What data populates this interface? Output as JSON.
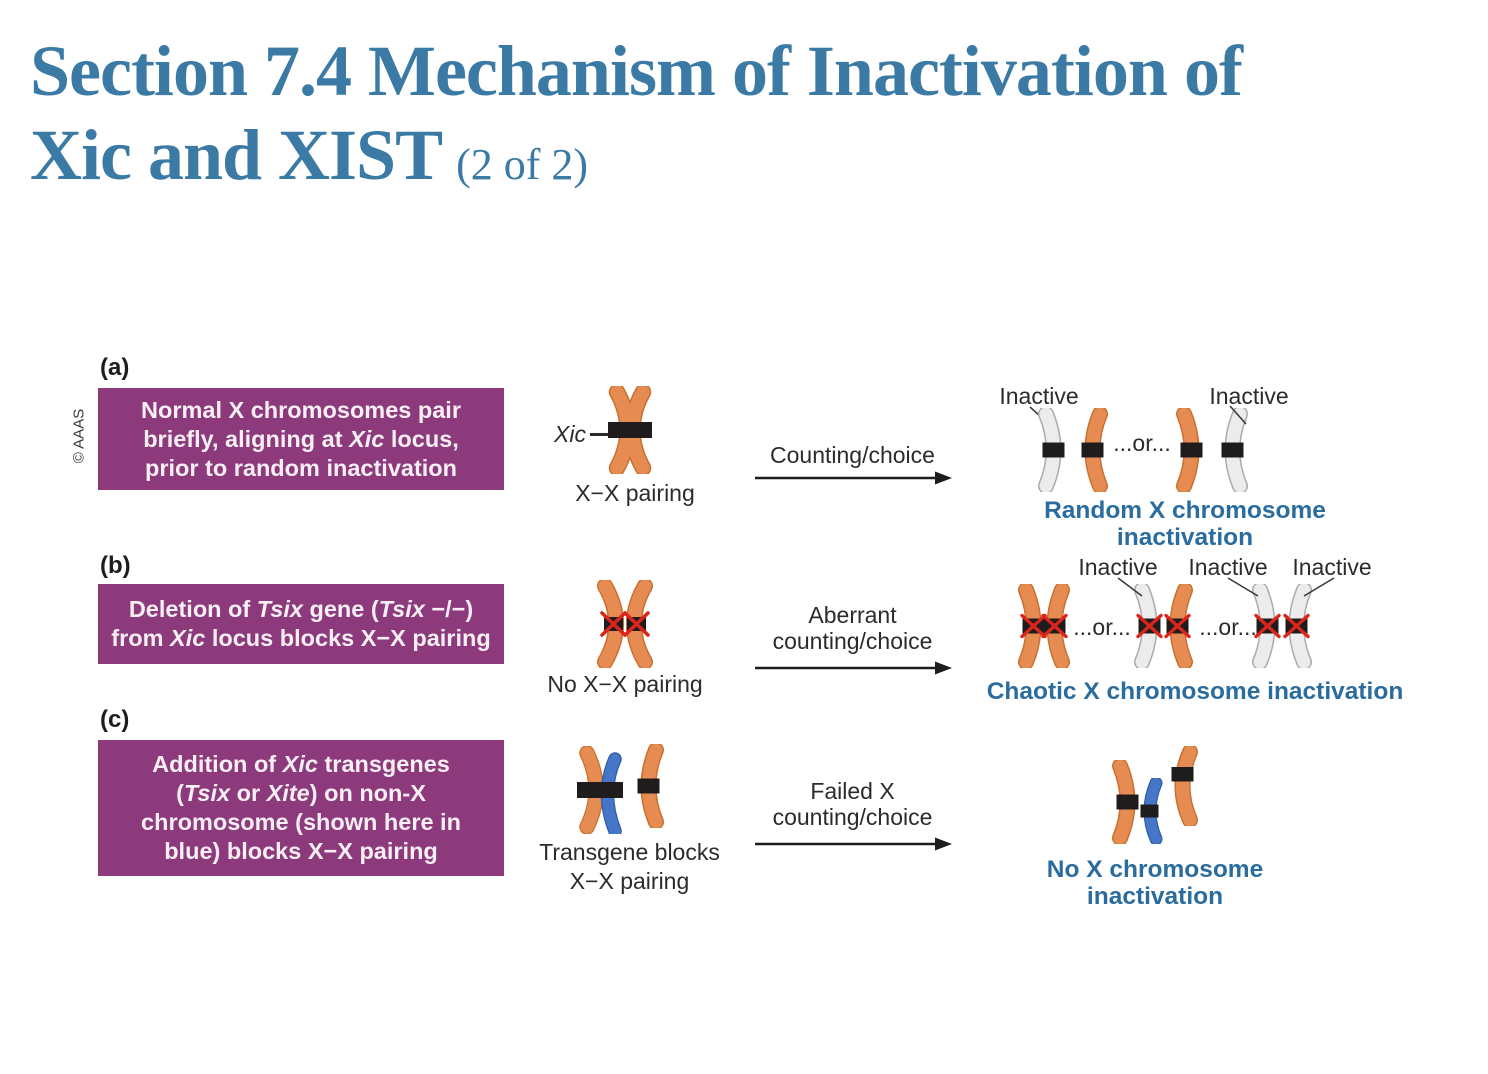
{
  "title": {
    "line1": "Section 7.4 Mechanism of Inactivation of",
    "line2": "Xic and XIST",
    "suffix": "(2 of 2)"
  },
  "credit": "© AAAS",
  "labels": {
    "inactive": "Inactive",
    "or": "...or..."
  },
  "colors": {
    "title_blue": "#3A7AA4",
    "box_purple": "#8C3A7C",
    "caption_blue": "#2B6C9F",
    "chromosome_orange": "#E68C52",
    "chromosome_gray": "#ECECEC",
    "chromosome_blue": "#4576C8",
    "band_black": "#1F1C1D",
    "deletion_red": "#D9251B",
    "figure_text": "#2E2A2B"
  },
  "panel_a": {
    "label": "(a)",
    "box_lines": [
      [
        {
          "t": "Normal X chromosomes pair"
        }
      ],
      [
        {
          "t": "briefly, aligning at "
        },
        {
          "t": "Xic",
          "i": true
        },
        {
          "t": " locus,"
        }
      ],
      [
        {
          "t": "prior to random inactivation"
        }
      ]
    ],
    "xic_label": "Xic",
    "pairing_label": "X−X pairing",
    "arrow_lines": [
      "Counting/choice"
    ],
    "result": "Random X chromosome inactivation"
  },
  "panel_b": {
    "label": "(b)",
    "box_lines": [
      [
        {
          "t": "Deletion of "
        },
        {
          "t": "Tsix",
          "i": true
        },
        {
          "t": " gene ("
        },
        {
          "t": "Tsix",
          "i": true
        },
        {
          "t": " −/−)"
        }
      ],
      [
        {
          "t": "from "
        },
        {
          "t": "Xic",
          "i": true
        },
        {
          "t": " locus blocks X−X pairing"
        }
      ]
    ],
    "pairing_label": "No X−X pairing",
    "arrow_lines": [
      "Aberrant",
      "counting/choice"
    ],
    "result": "Chaotic X chromosome inactivation"
  },
  "panel_c": {
    "label": "(c)",
    "box_lines": [
      [
        {
          "t": "Addition of "
        },
        {
          "t": "Xic",
          "i": true
        },
        {
          "t": " transgenes"
        }
      ],
      [
        {
          "t": "("
        },
        {
          "t": "Tsix",
          "i": true
        },
        {
          "t": " or "
        },
        {
          "t": "Xite",
          "i": true
        },
        {
          "t": ") on non-X"
        }
      ],
      [
        {
          "t": "chromosome (shown here in"
        }
      ],
      [
        {
          "t": "blue) blocks X−X pairing"
        }
      ]
    ],
    "pairing_lines": [
      "Transgene blocks",
      "X−X pairing"
    ],
    "arrow_lines": [
      "Failed X",
      "counting/choice"
    ],
    "result": "No X chromosome inactivation"
  }
}
